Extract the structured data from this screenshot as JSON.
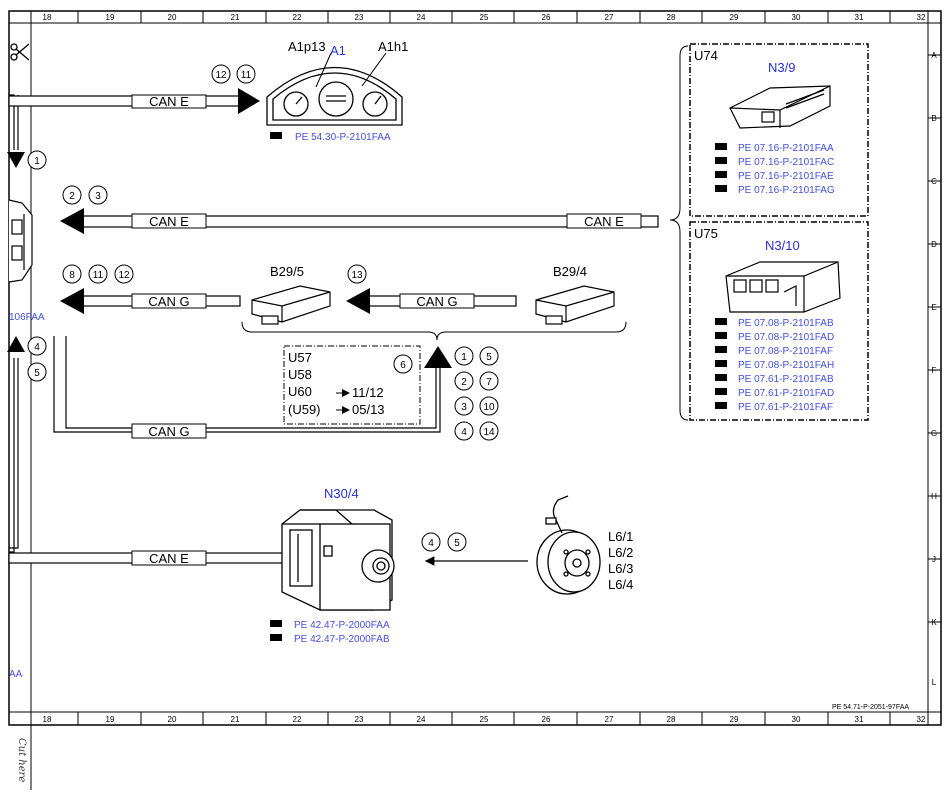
{
  "grid": {
    "columns": [
      "18",
      "19",
      "20",
      "21",
      "22",
      "23",
      "24",
      "25",
      "26",
      "27",
      "28",
      "29",
      "30",
      "31",
      "32"
    ],
    "rows": [
      "A",
      "B",
      "C",
      "D",
      "E",
      "F",
      "G",
      "H",
      "J",
      "K",
      "L"
    ]
  },
  "components": {
    "a1": {
      "label": "A1",
      "left_label": "A1p13",
      "right_label": "A1h1",
      "ref": "PE 54.30-P-2101FAA"
    },
    "u74": {
      "group": "U74",
      "label": "N3/9",
      "refs": [
        "PE 07.16-P-2101FAA",
        "PE 07.16-P-2101FAC",
        "PE 07.16-P-2101FAE",
        "PE 07.16-P-2101FAG"
      ]
    },
    "u75": {
      "group": "U75",
      "label": "N3/10",
      "refs": [
        "PE 07.08-P-2101FAB",
        "PE 07.08-P-2101FAD",
        "PE 07.08-P-2101FAF",
        "PE 07.08-P-2101FAH",
        "PE 07.61-P-2101FAB",
        "PE 07.61-P-2101FAD",
        "PE 07.61-P-2101FAF"
      ]
    },
    "b29_5": {
      "label": "B29/5"
    },
    "b29_4": {
      "label": "B29/4"
    },
    "n30_4": {
      "label": "N30/4",
      "refs": [
        "PE 42.47-P-2000FAA",
        "PE 42.47-P-2000FAB"
      ]
    },
    "l6": {
      "labels": [
        "L6/1",
        "L6/2",
        "L6/3",
        "L6/4"
      ]
    }
  },
  "buses": {
    "can_e": "CAN E",
    "can_g": "CAN G"
  },
  "variants": {
    "lines": [
      "U57",
      "U58",
      "U60",
      "(U59)"
    ],
    "arrow1": "11/12",
    "arrow2": "05/13",
    "circle": "6"
  },
  "circles": {
    "a1_top": [
      "12",
      "11"
    ],
    "left_1": "1",
    "can_e_mid": [
      "2",
      "3"
    ],
    "can_g_left": [
      "8",
      "11",
      "12"
    ],
    "can_g_mid": "13",
    "left_lower": [
      "4",
      "5"
    ],
    "junction": [
      "1",
      "5",
      "2",
      "7",
      "3",
      "10",
      "4",
      "14"
    ],
    "wheel": [
      "4",
      "5"
    ]
  },
  "left_edge": {
    "ref_fragment": "106FAA",
    "fragment2": "AA"
  },
  "doc_ref": "PE 54.71-P-2051-97FAA",
  "cut_text": "Cut here"
}
